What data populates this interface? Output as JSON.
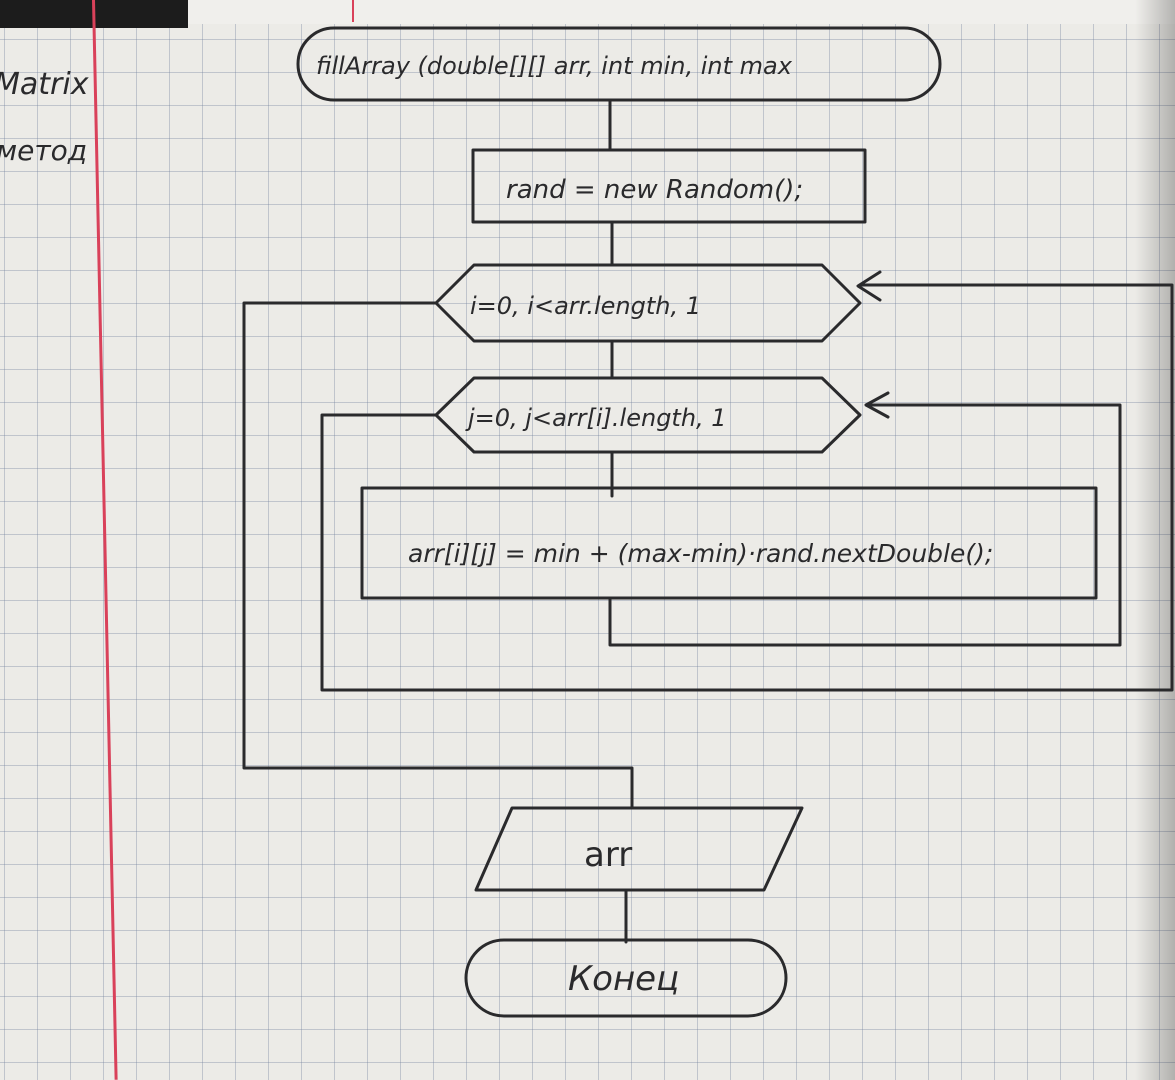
{
  "margin_notes": {
    "line1": "Matrix",
    "line2": "метод"
  },
  "flowchart": {
    "start": "fillArray (double[][] arr, int min, int max",
    "assign_rand": "rand = new Random();",
    "loop_outer": "i=0, i<arr.length, 1",
    "loop_inner": "j=0, j<arr[i].length, 1",
    "assign_cell": "arr[i][j] = min + (max-min)·rand.nextDouble();",
    "output": "arr",
    "end": "Конец"
  },
  "colors": {
    "ink": "#2a2a2c",
    "grid": "#8a97b0",
    "margin": "#d9415a",
    "paper": "#ecebe7"
  }
}
